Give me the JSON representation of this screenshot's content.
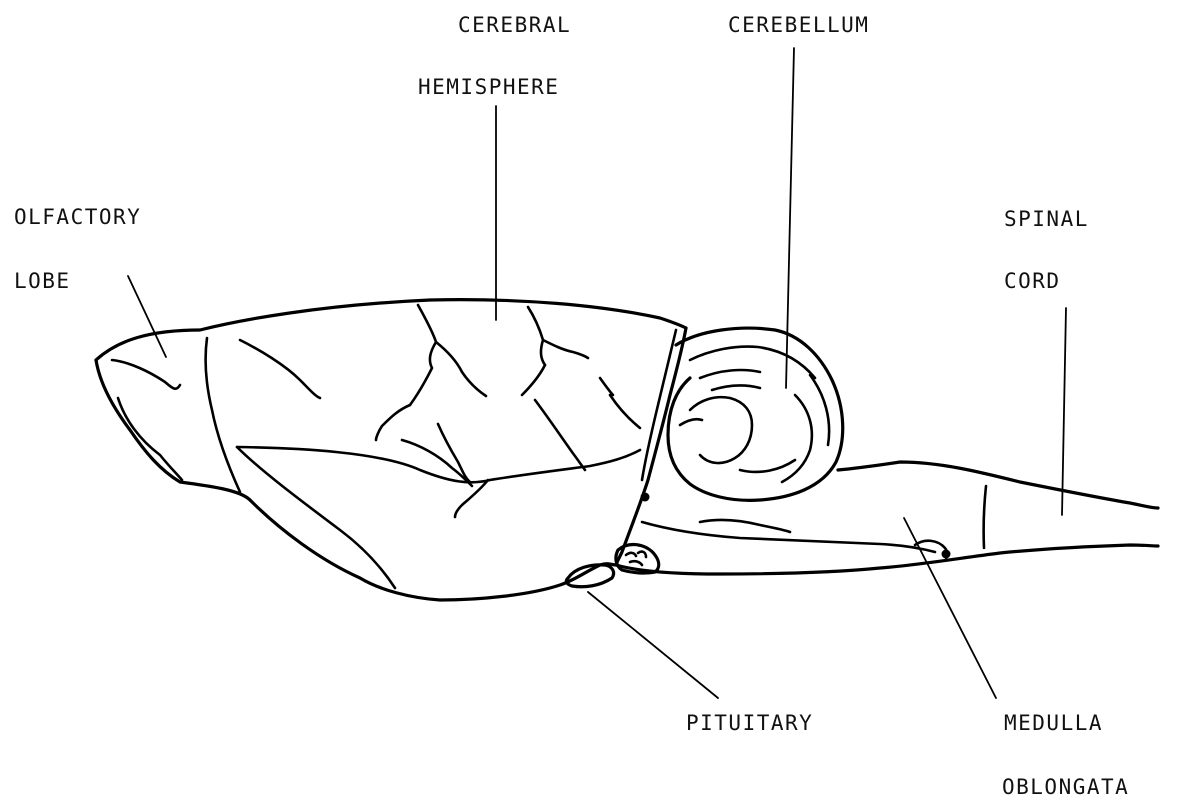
{
  "labels": {
    "cerebral_line1": "CEREBRAL",
    "cerebral_line2": "HEMISPHERE",
    "cerebellum": "CEREBELLUM",
    "olfactory_line1": "OLFACTORY",
    "olfactory_line2": "LOBE",
    "spinal_line1": "SPINAL",
    "spinal_line2": "CORD",
    "pituitary": "PITUITARY",
    "medulla_line1": "MEDULLA",
    "medulla_line2": "OBLONGATA"
  },
  "colors": {
    "ink": "#000000",
    "background": "#ffffff"
  }
}
